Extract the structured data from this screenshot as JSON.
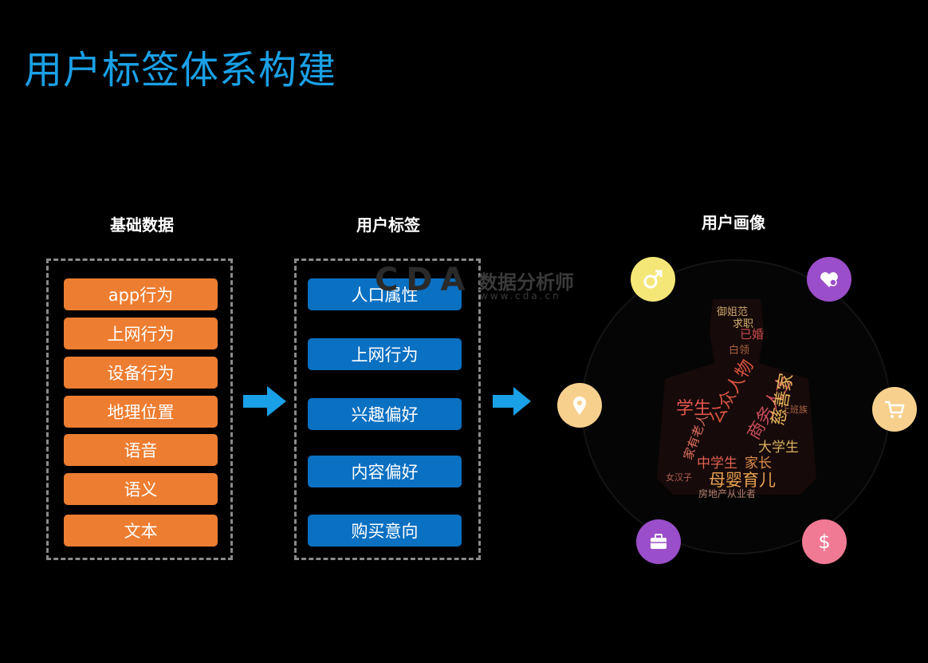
{
  "page": {
    "title": "用户标签体系构建"
  },
  "columns": {
    "basic": {
      "heading": "基础数据",
      "items": [
        "app行为",
        "上网行为",
        "设备行为",
        "地理位置",
        "语音",
        "语义",
        "文本"
      ]
    },
    "tags": {
      "heading": "用户标签",
      "items": [
        "人口属性",
        "上网行为",
        "兴趣偏好",
        "内容偏好",
        "购买意向"
      ]
    },
    "portrait": {
      "heading": "用户画像",
      "icons": [
        "gender-icon",
        "heart-icon",
        "location-icon",
        "cart-icon",
        "briefcase-icon",
        "dollar-icon"
      ],
      "words": [
        "御姐范",
        "求职",
        "已婚",
        "白领",
        "学生",
        "公众人物",
        "商务人士",
        "慈善家",
        "中学生",
        "家长",
        "大学生",
        "母婴育儿",
        "家有老人",
        "房地产从业者",
        "女汉子",
        "上班族"
      ]
    }
  },
  "watermark": {
    "logo": "CDA",
    "text": "数据分析师",
    "url": "www.cda.cn"
  },
  "colors": {
    "title": "#1aa0e6",
    "orange": "#ed7d31",
    "blue": "#0a70c2",
    "arrow": "#1aa0e6"
  }
}
